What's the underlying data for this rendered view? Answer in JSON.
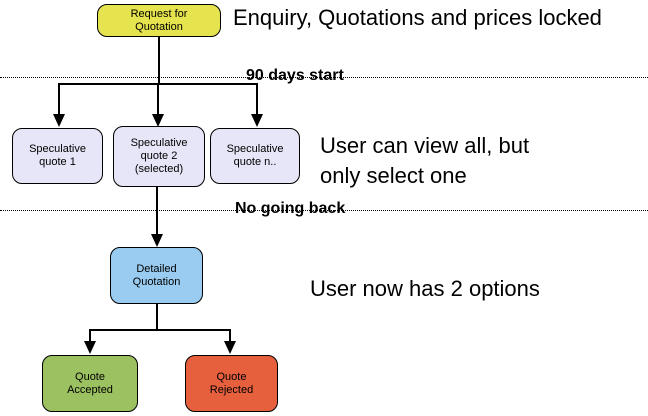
{
  "diagram": {
    "nodes": {
      "request_for_quotation": {
        "label": "Request for\nQuotation",
        "fill": "#e5e34e"
      },
      "speculative_quote_1": {
        "label": "Speculative\nquote 1",
        "fill": "#e6e6f8"
      },
      "speculative_quote_2": {
        "label": "Speculative\nquote 2\n(selected)",
        "fill": "#e6e6f8"
      },
      "speculative_quote_n": {
        "label": "Speculative\nquote n..",
        "fill": "#e6e6f8"
      },
      "detailed_quotation": {
        "label": "Detailed\nQuotation",
        "fill": "#99ccf0"
      },
      "quote_accepted": {
        "label": "Quote\nAccepted",
        "fill": "#9cc161"
      },
      "quote_rejected": {
        "label": "Quote\nRejected",
        "fill": "#e6603d"
      }
    },
    "annotations": {
      "top_note": "Enquiry, Quotations and prices locked",
      "middle_note": "User can view all, but\nonly select one",
      "bottom_note": "User now has 2 options",
      "phase_label_1": "90 days start",
      "phase_label_2": "No going back"
    },
    "line_color": "#000000"
  }
}
